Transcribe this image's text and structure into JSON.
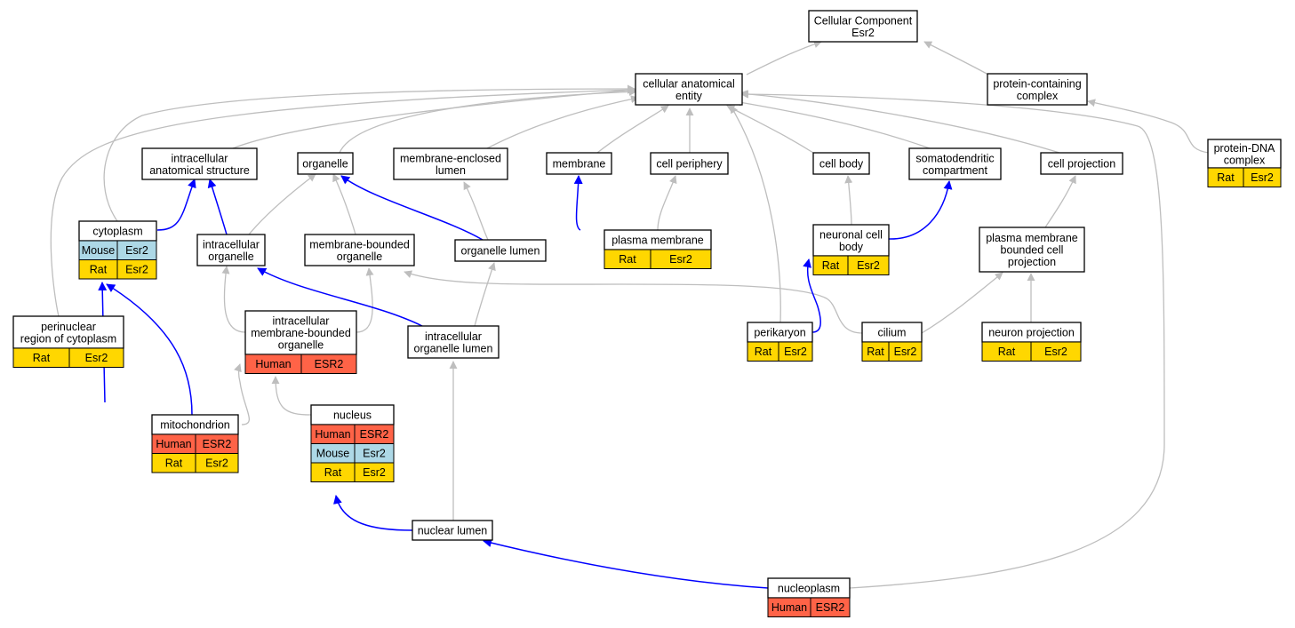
{
  "diagram": {
    "type": "GO cellular component graph",
    "colors": {
      "Human": "#ff6347",
      "Mouse": "#add8e6",
      "Rat": "#ffd700",
      "is_a_edge": "#bebebe",
      "part_of_edge": "#0000ff"
    },
    "nodes": [
      {
        "id": "cellular_component",
        "label": [
          "Cellular Component",
          "Esr2"
        ],
        "rows": []
      },
      {
        "id": "cellular_anatomical_entity",
        "label": [
          "cellular anatomical",
          "entity"
        ],
        "rows": []
      },
      {
        "id": "protein_containing_complex",
        "label": [
          "protein-containing",
          "complex"
        ],
        "rows": []
      },
      {
        "id": "protein_dna_complex",
        "label": [
          "protein-DNA",
          "complex"
        ],
        "rows": [
          [
            "Rat",
            "Esr2"
          ]
        ]
      },
      {
        "id": "intracellular_anatomical_structure",
        "label": [
          "intracellular",
          "anatomical structure"
        ],
        "rows": []
      },
      {
        "id": "organelle",
        "label": [
          "organelle"
        ],
        "rows": []
      },
      {
        "id": "membrane_enclosed_lumen",
        "label": [
          "membrane-enclosed",
          "lumen"
        ],
        "rows": []
      },
      {
        "id": "membrane",
        "label": [
          "membrane"
        ],
        "rows": []
      },
      {
        "id": "cell_periphery",
        "label": [
          "cell periphery"
        ],
        "rows": []
      },
      {
        "id": "cell_body",
        "label": [
          "cell body"
        ],
        "rows": []
      },
      {
        "id": "somatodendritic_compartment",
        "label": [
          "somatodendritic",
          "compartment"
        ],
        "rows": []
      },
      {
        "id": "cell_projection",
        "label": [
          "cell projection"
        ],
        "rows": []
      },
      {
        "id": "cytoplasm",
        "label": [
          "cytoplasm"
        ],
        "rows": [
          [
            "Mouse",
            "Esr2"
          ],
          [
            "Rat",
            "Esr2"
          ]
        ]
      },
      {
        "id": "intracellular_organelle",
        "label": [
          "intracellular",
          "organelle"
        ],
        "rows": []
      },
      {
        "id": "membrane_bounded_organelle",
        "label": [
          "membrane-bounded",
          "organelle"
        ],
        "rows": []
      },
      {
        "id": "organelle_lumen",
        "label": [
          "organelle lumen"
        ],
        "rows": []
      },
      {
        "id": "plasma_membrane",
        "label": [
          "plasma membrane"
        ],
        "rows": [
          [
            "Rat",
            "Esr2"
          ]
        ]
      },
      {
        "id": "neuronal_cell_body",
        "label": [
          "neuronal cell",
          "body"
        ],
        "rows": [
          [
            "Rat",
            "Esr2"
          ]
        ]
      },
      {
        "id": "plasma_membrane_bounded_cell_projection",
        "label": [
          "plasma membrane",
          "bounded cell",
          "projection"
        ],
        "rows": []
      },
      {
        "id": "perinuclear_region",
        "label": [
          "perinuclear",
          "region of cytoplasm"
        ],
        "rows": [
          [
            "Rat",
            "Esr2"
          ]
        ]
      },
      {
        "id": "intracellular_membrane_bounded_organelle",
        "label": [
          "intracellular",
          "membrane-bounded",
          "organelle"
        ],
        "rows": [
          [
            "Human",
            "ESR2"
          ]
        ]
      },
      {
        "id": "intracellular_organelle_lumen",
        "label": [
          "intracellular",
          "organelle lumen"
        ],
        "rows": []
      },
      {
        "id": "perikaryon",
        "label": [
          "perikaryon"
        ],
        "rows": [
          [
            "Rat",
            "Esr2"
          ]
        ]
      },
      {
        "id": "cilium",
        "label": [
          "cilium"
        ],
        "rows": [
          [
            "Rat",
            "Esr2"
          ]
        ]
      },
      {
        "id": "neuron_projection",
        "label": [
          "neuron projection"
        ],
        "rows": [
          [
            "Rat",
            "Esr2"
          ]
        ]
      },
      {
        "id": "mitochondrion",
        "label": [
          "mitochondrion"
        ],
        "rows": [
          [
            "Human",
            "ESR2"
          ],
          [
            "Rat",
            "Esr2"
          ]
        ]
      },
      {
        "id": "nucleus",
        "label": [
          "nucleus"
        ],
        "rows": [
          [
            "Human",
            "ESR2"
          ],
          [
            "Mouse",
            "Esr2"
          ],
          [
            "Rat",
            "Esr2"
          ]
        ]
      },
      {
        "id": "nuclear_lumen",
        "label": [
          "nuclear lumen"
        ],
        "rows": []
      },
      {
        "id": "nucleoplasm",
        "label": [
          "nucleoplasm"
        ],
        "rows": [
          [
            "Human",
            "ESR2"
          ]
        ]
      }
    ],
    "edges": [
      {
        "from": "cellular_anatomical_entity",
        "to": "cellular_component",
        "type": "is_a"
      },
      {
        "from": "protein_containing_complex",
        "to": "cellular_component",
        "type": "is_a"
      },
      {
        "from": "protein_dna_complex",
        "to": "protein_containing_complex",
        "type": "is_a"
      },
      {
        "from": "intracellular_anatomical_structure",
        "to": "cellular_anatomical_entity",
        "type": "is_a"
      },
      {
        "from": "organelle",
        "to": "cellular_anatomical_entity",
        "type": "is_a"
      },
      {
        "from": "membrane_enclosed_lumen",
        "to": "cellular_anatomical_entity",
        "type": "is_a"
      },
      {
        "from": "membrane",
        "to": "cellular_anatomical_entity",
        "type": "is_a"
      },
      {
        "from": "cell_periphery",
        "to": "cellular_anatomical_entity",
        "type": "is_a"
      },
      {
        "from": "cell_body",
        "to": "cellular_anatomical_entity",
        "type": "is_a"
      },
      {
        "from": "somatodendritic_compartment",
        "to": "cellular_anatomical_entity",
        "type": "is_a"
      },
      {
        "from": "cell_projection",
        "to": "cellular_anatomical_entity",
        "type": "is_a"
      },
      {
        "from": "cytoplasm",
        "to": "cellular_anatomical_entity",
        "type": "is_a"
      },
      {
        "from": "perinuclear_region",
        "to": "cellular_anatomical_entity",
        "type": "is_a"
      },
      {
        "from": "perikaryon",
        "to": "cellular_anatomical_entity",
        "type": "is_a"
      },
      {
        "from": "nucleoplasm",
        "to": "cellular_anatomical_entity",
        "type": "is_a"
      },
      {
        "from": "cytoplasm",
        "to": "intracellular_anatomical_structure",
        "type": "part_of"
      },
      {
        "from": "intracellular_organelle",
        "to": "intracellular_anatomical_structure",
        "type": "part_of"
      },
      {
        "from": "intracellular_organelle",
        "to": "organelle",
        "type": "is_a"
      },
      {
        "from": "membrane_bounded_organelle",
        "to": "organelle",
        "type": "is_a"
      },
      {
        "from": "organelle_lumen",
        "to": "organelle",
        "type": "part_of"
      },
      {
        "from": "organelle_lumen",
        "to": "membrane_enclosed_lumen",
        "type": "is_a"
      },
      {
        "from": "plasma_membrane",
        "to": "membrane",
        "type": "is_a"
      },
      {
        "from": "plasma_membrane",
        "to": "cell_periphery",
        "type": "part_of"
      },
      {
        "from": "neuronal_cell_body",
        "to": "cell_body",
        "type": "is_a"
      },
      {
        "from": "neuronal_cell_body",
        "to": "somatodendritic_compartment",
        "type": "part_of"
      },
      {
        "from": "plasma_membrane_bounded_cell_projection",
        "to": "cell_projection",
        "type": "is_a"
      },
      {
        "from": "perinuclear_region",
        "to": "cytoplasm",
        "type": "part_of"
      },
      {
        "from": "mitochondrion",
        "to": "cytoplasm",
        "type": "part_of"
      },
      {
        "from": "intracellular_membrane_bounded_organelle",
        "to": "intracellular_organelle",
        "type": "is_a"
      },
      {
        "from": "intracellular_membrane_bounded_organelle",
        "to": "membrane_bounded_organelle",
        "type": "is_a"
      },
      {
        "from": "intracellular_organelle_lumen",
        "to": "intracellular_organelle",
        "type": "part_of"
      },
      {
        "from": "intracellular_organelle_lumen",
        "to": "organelle_lumen",
        "type": "is_a"
      },
      {
        "from": "cilium",
        "to": "membrane_bounded_organelle",
        "type": "is_a"
      },
      {
        "from": "cilium",
        "to": "plasma_membrane_bounded_cell_projection",
        "type": "is_a"
      },
      {
        "from": "neuron_projection",
        "to": "plasma_membrane_bounded_cell_projection",
        "type": "is_a"
      },
      {
        "from": "perikaryon",
        "to": "neuronal_cell_body",
        "type": "part_of"
      },
      {
        "from": "mitochondrion",
        "to": "intracellular_membrane_bounded_organelle",
        "type": "is_a"
      },
      {
        "from": "nucleus",
        "to": "intracellular_membrane_bounded_organelle",
        "type": "is_a"
      },
      {
        "from": "nuclear_lumen",
        "to": "intracellular_organelle_lumen",
        "type": "is_a"
      },
      {
        "from": "nuclear_lumen",
        "to": "nucleus",
        "type": "part_of"
      },
      {
        "from": "nucleoplasm",
        "to": "nuclear_lumen",
        "type": "part_of"
      }
    ]
  }
}
